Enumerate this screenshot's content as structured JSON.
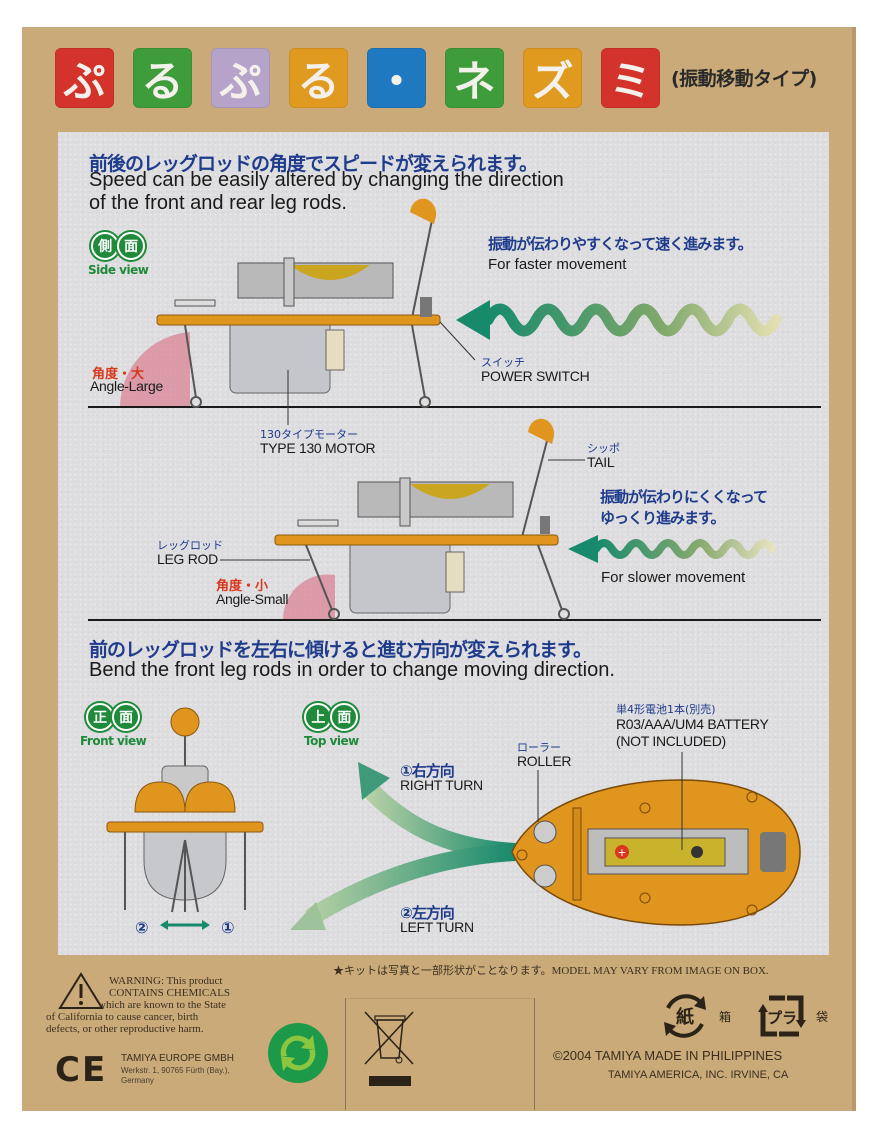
{
  "title": {
    "tiles": [
      {
        "char": "ぷ",
        "color": "#d3332a"
      },
      {
        "char": "る",
        "color": "#3e9c3a"
      },
      {
        "char": "ぷ",
        "color": "#b6a3c9"
      },
      {
        "char": "る",
        "color": "#e09a20"
      },
      {
        "char": "・",
        "color": "#1f79c0"
      },
      {
        "char": "ネ",
        "color": "#3e9c3a"
      },
      {
        "char": "ズ",
        "color": "#e09a20"
      },
      {
        "char": "ミ",
        "color": "#d3332a"
      }
    ],
    "subtitle": "(振動移動タイプ)"
  },
  "section1": {
    "heading_jp": "前後のレッグロッドの角度でスピードが変えられます。",
    "heading_en_1": "Speed can be easily altered by changing the direction",
    "heading_en_2": "of the front and rear leg rods.",
    "side_view_badge": {
      "c1": "側",
      "c2": "面",
      "label": "Side view"
    },
    "fast_jp": "振動が伝わりやすくなって速く進みます。",
    "fast_en": "For faster movement",
    "angle_large_jp": "角度・大",
    "angle_large_en": "Angle-Large",
    "switch_jp": "スイッチ",
    "switch_en": "POWER SWITCH",
    "motor_jp": "130タイプモーター",
    "motor_en": "TYPE 130 MOTOR"
  },
  "section2": {
    "tail_jp": "シッポ",
    "tail_en": "TAIL",
    "slow_jp_1": "振動が伝わりにくくなって",
    "slow_jp_2": "ゆっくり進みます。",
    "slow_en": "For slower movement",
    "legrod_jp": "レッグロッド",
    "legrod_en": "LEG ROD",
    "angle_small_jp": "角度・小",
    "angle_small_en": "Angle-Small"
  },
  "section3": {
    "heading_jp": "前のレッグロッドを左右に傾けると進む方向が変えられます。",
    "heading_en": "Bend the front leg rods in order to change moving direction.",
    "front_view_badge": {
      "c1": "正",
      "c2": "面",
      "label": "Front view"
    },
    "top_view_badge": {
      "c1": "上",
      "c2": "面",
      "label": "Top view"
    },
    "num2": "②",
    "num1": "①",
    "right_jp": "①右方向",
    "right_en": "RIGHT TURN",
    "left_jp": "②左方向",
    "left_en": "LEFT TURN",
    "roller_jp": "ローラー",
    "roller_en": "ROLLER",
    "battery_jp": "単4形電池1本(別売)",
    "battery_en_1": "R03/AAA/UM4 BATTERY",
    "battery_en_2": "(NOT INCLUDED)"
  },
  "footer": {
    "note": "★キットは写真と一部形状がことなります。MODEL MAY VARY FROM IMAGE ON BOX.",
    "warning_1": "WARNING: This product",
    "warning_2": "CONTAINS CHEMICALS",
    "warning_3": "which are known to the State",
    "warning_4": "of California to cause cancer, birth",
    "warning_5": "defects, or other reproductive harm.",
    "ce_mark": "CE",
    "eu_name": "TAMIYA EUROPE GMBH",
    "eu_addr": "Werkstr. 1, 90765 Fürth (Bay.), Germany",
    "recycle_paper_label": "紙",
    "recycle_paper_text": "箱",
    "recycle_plastic_label": "プラ",
    "recycle_plastic_text": "袋",
    "copyright": "©2004 TAMIYA MADE IN PHILIPPINES",
    "america": "TAMIYA AMERICA, INC. IRVINE, CA"
  },
  "colors": {
    "box": "#c9aa78",
    "panel": "#dddcde",
    "heading_blue": "#1e3b8c",
    "accent_red": "#d8381f",
    "badge_green": "#1f8a3a",
    "chassis_orange": "#e0951e",
    "arrow_teal": "#1c8a6e"
  }
}
